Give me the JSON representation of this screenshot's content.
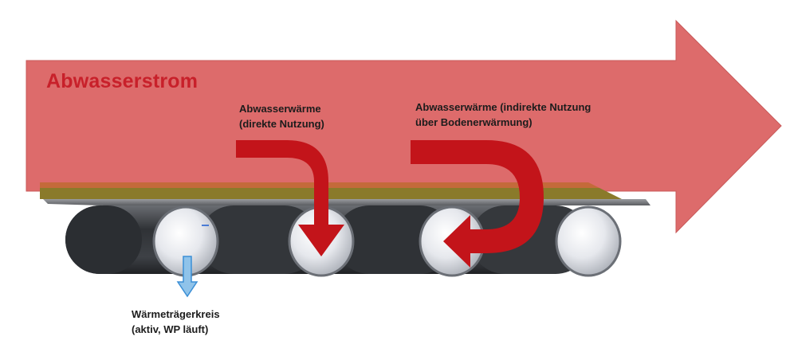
{
  "title": "Abwasserstrom",
  "labels": {
    "direct": {
      "line1": "Abwasserwärme",
      "line2": "(direkte Nutzung)"
    },
    "indirect": {
      "line1": "Abwasserwärme (indirekte Nutzung",
      "line2": "über Bodenerwärmung)"
    },
    "circuit": {
      "line1": "Wärmeträgerkreis",
      "line2": "(aktiv, WP läuft)"
    }
  },
  "colors": {
    "flow_arrow": "#dd6b6b",
    "heat_arrow": "#c3141a",
    "circuit_arrow": "#8fc3ea",
    "sediment_layer": "#8a7a2a",
    "pipe_dark": "#3a3d42",
    "pipe_core": "#d9dce2"
  }
}
